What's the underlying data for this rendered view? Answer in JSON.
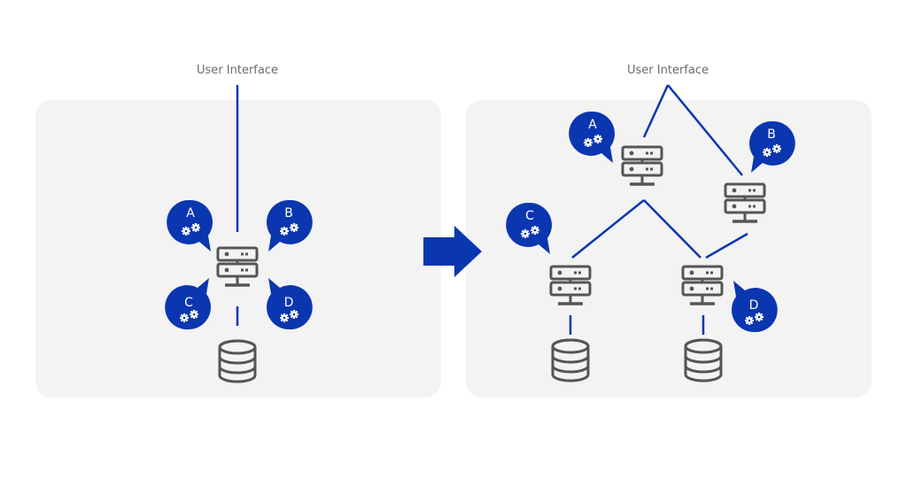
{
  "colors": {
    "accent": "#0a36b0",
    "panel": "#f3f3f4",
    "icon": "#555555",
    "label": "#6b6b6b"
  },
  "left_panel": {
    "title": "User Interface",
    "server_count": 1,
    "database_count": 1,
    "bubbles": [
      {
        "letter": "A",
        "icon": "gears-icon"
      },
      {
        "letter": "B",
        "icon": "gears-icon"
      },
      {
        "letter": "C",
        "icon": "gears-icon"
      },
      {
        "letter": "D",
        "icon": "gears-icon"
      }
    ]
  },
  "arrow": {
    "icon": "arrow-right-icon"
  },
  "right_panel": {
    "title": "User Interface",
    "server_count": 4,
    "database_count": 2,
    "bubbles": [
      {
        "letter": "A",
        "icon": "gears-icon"
      },
      {
        "letter": "B",
        "icon": "gears-icon"
      },
      {
        "letter": "C",
        "icon": "gears-icon"
      },
      {
        "letter": "D",
        "icon": "gears-icon"
      }
    ]
  }
}
